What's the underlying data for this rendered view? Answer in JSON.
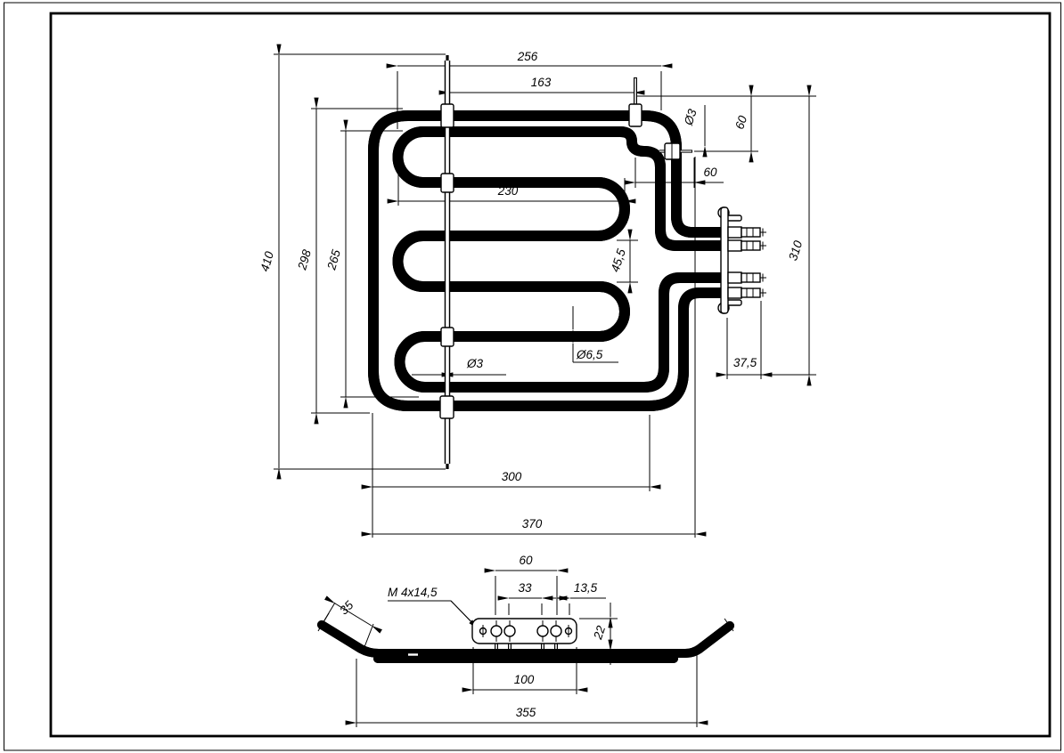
{
  "sheet": {
    "background": "#ffffff",
    "line_color": "#000000",
    "description": "technical drawing of oven grill heating element, top view and side view"
  },
  "top_view": {
    "dims": {
      "width_256": "256",
      "width_163": "163",
      "width_230": "230",
      "height_410": "410",
      "height_298": "298",
      "height_265": "265",
      "height_310": "310",
      "gap_45_5": "45,5",
      "pin_dia": "Ø3",
      "pin_drop_60": "60",
      "pin_len_60": "60",
      "tube_dia": "Ø6,5",
      "rod_dia": "Ø3",
      "offset_37_5": "37,5",
      "width_300": "300",
      "width_370": "370"
    }
  },
  "side_view": {
    "dims": {
      "span_60": "60",
      "span_33": "33",
      "span_13_5": "13,5",
      "thread": "M 4x14,5",
      "bend_35": "35",
      "height_22": "22",
      "plate_100": "100",
      "span_355": "355"
    }
  }
}
